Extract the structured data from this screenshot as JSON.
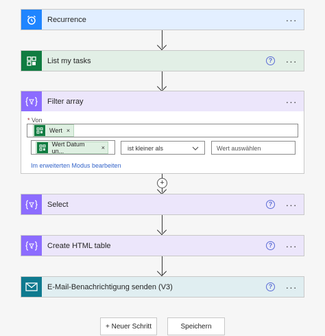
{
  "steps": [
    {
      "title": "Recurrence",
      "color": "#1f85ff",
      "bg": "#e3efff"
    },
    {
      "title": "List my tasks",
      "color": "#107c41",
      "bg": "#e2efe6"
    },
    {
      "title": "Filter array",
      "color": "#8c6cff",
      "bg": "#ece6fb"
    },
    {
      "title": "Select",
      "color": "#8c6cff",
      "bg": "#ece6fb"
    },
    {
      "title": "Create HTML table",
      "color": "#8c6cff",
      "bg": "#ece6fb"
    },
    {
      "title": "E-Mail-Benachrichtigung senden (V3)",
      "color": "#0f7a8f",
      "bg": "#e0eef1"
    }
  ],
  "filter": {
    "von_label": "Von",
    "required_mark": "*",
    "von_token": "Wert",
    "left_token": "Wert Datum un...",
    "operator": "ist kleiner als",
    "value_placeholder": "Wert auswählen",
    "advanced_link": "Im erweiterten Modus bearbeiten"
  },
  "buttons": {
    "new_step": "+ Neuer Schritt",
    "save": "Speichern"
  },
  "icons": {
    "help": "?",
    "more": "···",
    "close": "×",
    "add": "+"
  }
}
